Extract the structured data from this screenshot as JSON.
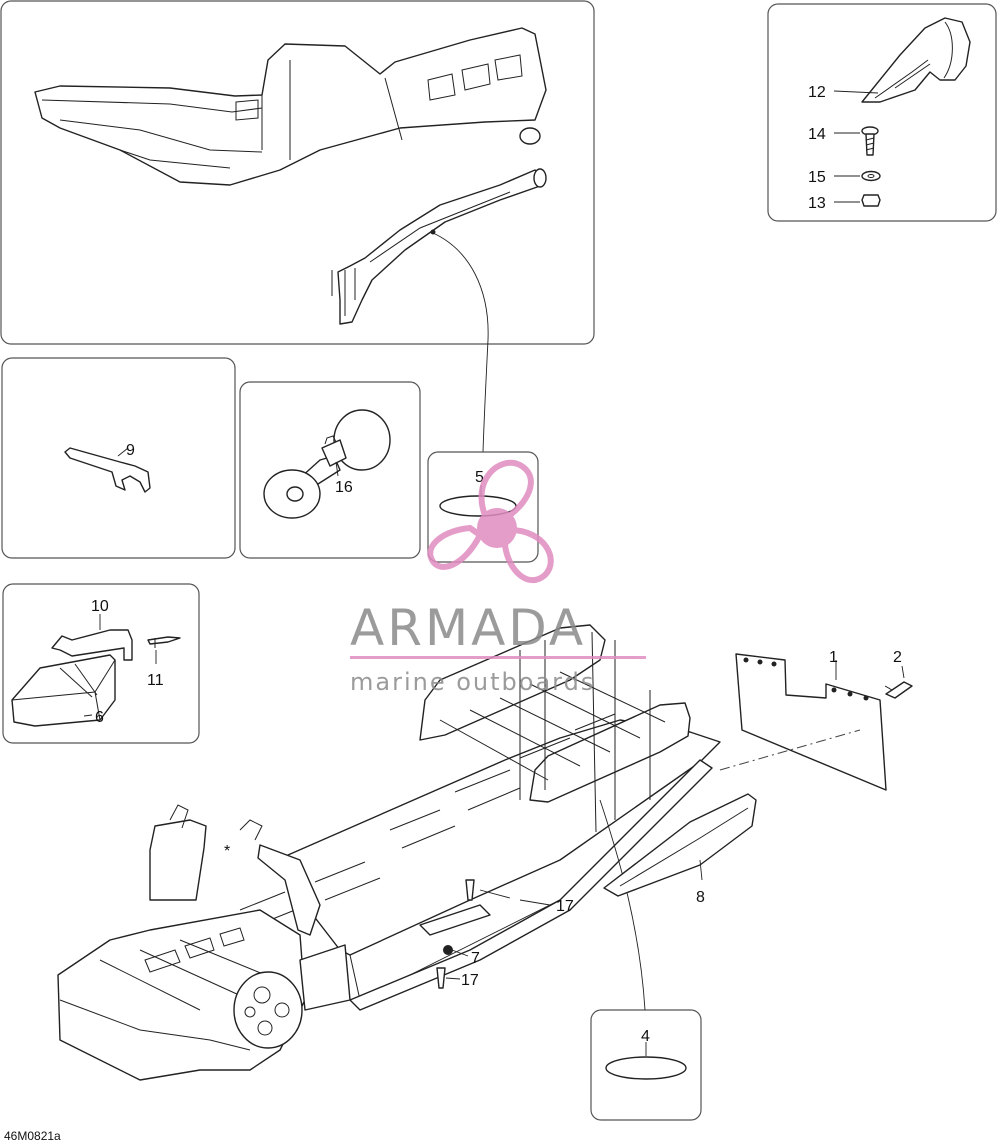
{
  "diagram": {
    "code": "46M0821a",
    "frame_note": "*",
    "callouts": {
      "c1": "1",
      "c2": "2",
      "c4": "4",
      "c5": "5",
      "c6": "6",
      "c7": "7",
      "c8": "8",
      "c9": "9",
      "c10": "10",
      "c11": "11",
      "c12": "12",
      "c13": "13",
      "c14": "14",
      "c15": "15",
      "c16": "16",
      "c17a": "17",
      "c17b": "17"
    }
  },
  "watermark": {
    "brand": "ARMADA",
    "tagline": "marine outboards"
  }
}
